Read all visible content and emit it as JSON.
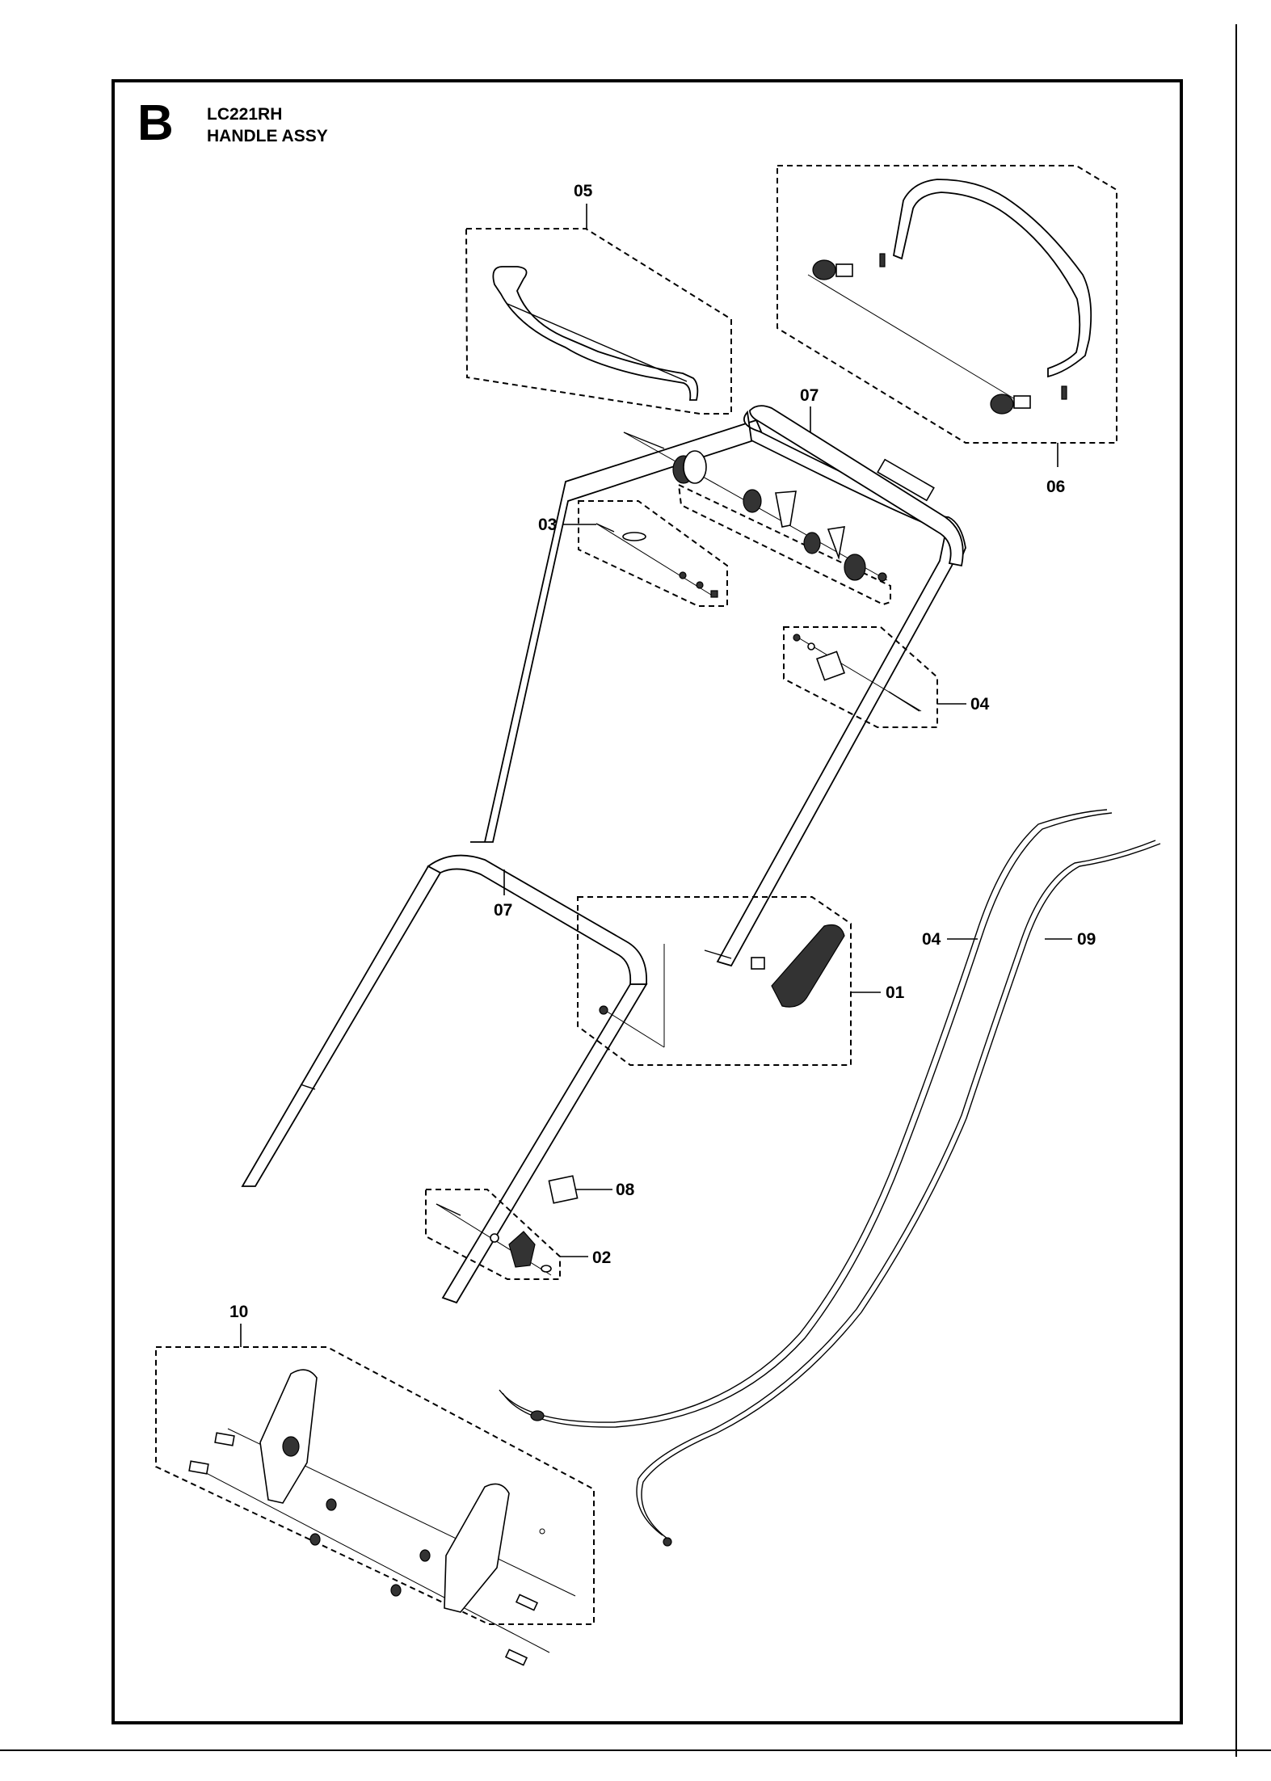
{
  "header": {
    "section_letter": "B",
    "model": "LC221RH",
    "title": "HANDLE ASSY"
  },
  "callouts": [
    {
      "id": "c05",
      "label": "05"
    },
    {
      "id": "c06",
      "label": "06"
    },
    {
      "id": "c07a",
      "label": "07"
    },
    {
      "id": "c03",
      "label": "03"
    },
    {
      "id": "c04a",
      "label": "04"
    },
    {
      "id": "c07b",
      "label": "07"
    },
    {
      "id": "c04b",
      "label": "04"
    },
    {
      "id": "c09",
      "label": "09"
    },
    {
      "id": "c01",
      "label": "01"
    },
    {
      "id": "c08",
      "label": "08"
    },
    {
      "id": "c02",
      "label": "02"
    },
    {
      "id": "c10",
      "label": "10"
    }
  ]
}
